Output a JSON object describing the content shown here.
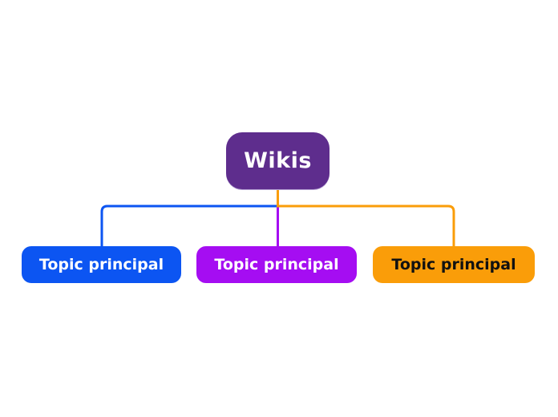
{
  "canvas": {
    "background": "#ffffff"
  },
  "root": {
    "label": "Wikis",
    "fill": "#5E2D8D",
    "text_color": "#ffffff"
  },
  "children": [
    {
      "label": "Topic principal",
      "fill": "#0C55F2",
      "text_color": "#ffffff",
      "connector_color": "#0C55F2"
    },
    {
      "label": "Topic principal",
      "fill": "#A50DF2",
      "text_color": "#ffffff",
      "connector_color": "#A50DF2"
    },
    {
      "label": "Topic principal",
      "fill": "#FA9D09",
      "text_color": "#111111",
      "connector_color": "#FA9D09"
    }
  ]
}
